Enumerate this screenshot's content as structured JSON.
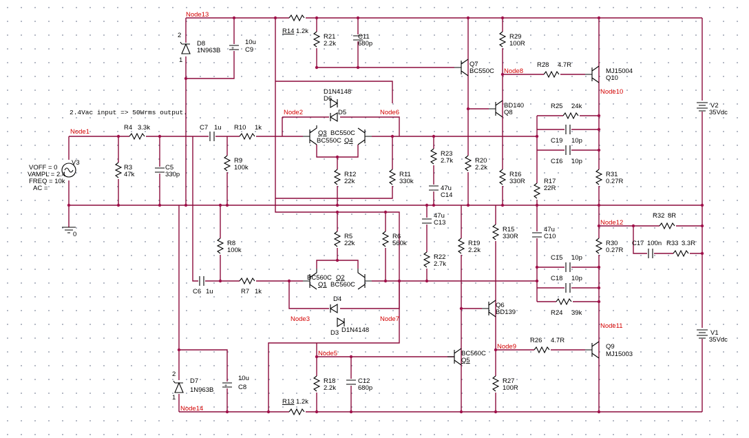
{
  "annotation": "2.4Vac input => 50Wrms output.",
  "nodes": [
    "Node1",
    "Node2",
    "Node3",
    "Node5",
    "Node6",
    "Node7",
    "Node8",
    "Node9",
    "Node10",
    "Node11",
    "Node12",
    "Node13",
    "Node14"
  ],
  "components": {
    "R4": {
      "name": "R4",
      "value": "3.3k"
    },
    "R3": {
      "name": "R3",
      "value": "47k"
    },
    "C5": {
      "name": "C5",
      "value": "330p"
    },
    "C7": {
      "name": "C7",
      "value": "1u"
    },
    "R10": {
      "name": "R10",
      "value": "1k"
    },
    "R9": {
      "name": "R9",
      "value": "100k"
    },
    "R8": {
      "name": "R8",
      "value": "100k"
    },
    "C6": {
      "name": "C6",
      "value": "1u"
    },
    "R7": {
      "name": "R7",
      "value": "1k"
    },
    "D8": {
      "name": "D8",
      "value": "1N963B"
    },
    "D7": {
      "name": "D7",
      "value": "1N963B"
    },
    "C9": {
      "name": "C9",
      "value": "10u"
    },
    "C8": {
      "name": "C8",
      "value": "10u"
    },
    "R14": {
      "name": "R14",
      "value": "1.2k"
    },
    "R13": {
      "name": "R13",
      "value": "1.2k"
    },
    "R21": {
      "name": "R21",
      "value": "2.2k"
    },
    "C11": {
      "name": "C11",
      "value": "680p"
    },
    "R18": {
      "name": "R18",
      "value": "2.2k"
    },
    "C12": {
      "name": "C12",
      "value": "680p"
    },
    "D6": {
      "name": "D6",
      "value": "D1N4148"
    },
    "D5": {
      "name": "D5",
      "value": ""
    },
    "D4": {
      "name": "D4",
      "value": ""
    },
    "D3": {
      "name": "D3",
      "value": "D1N4148"
    },
    "Q3": {
      "name": "Q3",
      "value": "BC550C"
    },
    "Q4": {
      "name": "Q4",
      "value": "BC550C"
    },
    "Q1": {
      "name": "Q1",
      "value": "BC560C"
    },
    "Q2": {
      "name": "Q2",
      "value": "BC560C"
    },
    "R12": {
      "name": "R12",
      "value": "22k"
    },
    "R11": {
      "name": "R11",
      "value": "330k"
    },
    "R5": {
      "name": "R5",
      "value": "22k"
    },
    "R6": {
      "name": "R6",
      "value": "560k"
    },
    "R23": {
      "name": "R23",
      "value": "2.7k"
    },
    "C14": {
      "name": "C14",
      "value": "47u"
    },
    "C13": {
      "name": "C13",
      "value": "47u"
    },
    "R22": {
      "name": "R22",
      "value": "2.7k"
    },
    "R20": {
      "name": "R20",
      "value": "2.2k"
    },
    "R19": {
      "name": "R19",
      "value": "2.2k"
    },
    "Q7": {
      "name": "Q7",
      "value": "BC550C"
    },
    "Q5": {
      "name": "Q5",
      "value": "BC560C"
    },
    "R29": {
      "name": "R29",
      "value": "100R"
    },
    "Q8": {
      "name": "Q8",
      "value": "BD140"
    },
    "Q6": {
      "name": "Q6",
      "value": "BD139"
    },
    "R16": {
      "name": "R16",
      "value": "330R"
    },
    "R15": {
      "name": "R15",
      "value": "330R"
    },
    "R27": {
      "name": "R27",
      "value": "100R"
    },
    "R28": {
      "name": "R28",
      "value": "4.7R"
    },
    "R26": {
      "name": "R26",
      "value": "4.7R"
    },
    "Q10": {
      "name": "Q10",
      "value": "MJ15004"
    },
    "Q9": {
      "name": "Q9",
      "value": "MJ15003"
    },
    "R25": {
      "name": "R25",
      "value": "24k"
    },
    "C19": {
      "name": "C19",
      "value": "10p"
    },
    "C16": {
      "name": "C16",
      "value": "10p"
    },
    "R17": {
      "name": "R17",
      "value": "22R"
    },
    "C10": {
      "name": "C10",
      "value": "47u"
    },
    "C15": {
      "name": "C15",
      "value": "10p"
    },
    "C18": {
      "name": "C18",
      "value": "10p"
    },
    "R24": {
      "name": "R24",
      "value": "39k"
    },
    "R31": {
      "name": "R31",
      "value": "0.27R"
    },
    "R30": {
      "name": "R30",
      "value": "0.27R"
    },
    "R32": {
      "name": "R32",
      "value": "8R"
    },
    "C17": {
      "name": "C17",
      "value": "100n"
    },
    "R33": {
      "name": "R33",
      "value": "3.3R"
    },
    "V2": {
      "name": "V2",
      "value": "35Vdc"
    },
    "V1": {
      "name": "V1",
      "value": "35Vdc"
    }
  },
  "source_v3": {
    "name": "V3",
    "voff": "VOFF = 0",
    "vampl": "VAMPL = 2.4",
    "freq": "FREQ = 10k",
    "ac": "AC ="
  },
  "ground_label": "0",
  "pin1": "1",
  "pin2": "2",
  "colors": {
    "wire": "#8b0a3c",
    "node_label": "#d40000",
    "component": "#000000"
  }
}
